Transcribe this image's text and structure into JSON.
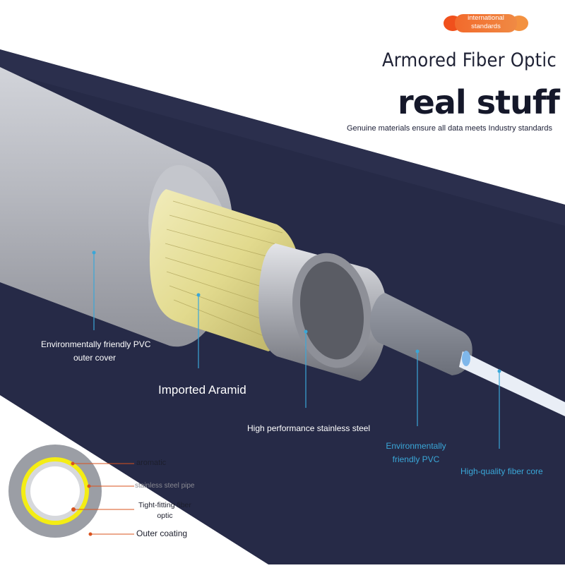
{
  "badge": {
    "line1": "international",
    "line2": "standards"
  },
  "header": {
    "title": "Armored Fiber Optic",
    "headline": "real stuff",
    "subline": "Genuine materials ensure all data meets Industry standards"
  },
  "callouts": {
    "pvc_outer": {
      "line1": "Environmentally friendly PVC",
      "line2": "outer cover"
    },
    "aramid": "Imported Aramid",
    "steel": "High performance stainless steel",
    "pvc_inner": {
      "line1": "Environmentally",
      "line2": "friendly PVC"
    },
    "fiber_core": "High-quality fiber core"
  },
  "cross_section": {
    "aromatic": "aromatic",
    "steel_pipe": "stainless steel pipe",
    "tight_fiber": {
      "line1": "Tight-fitting fiber",
      "line2": "optic"
    },
    "outer_coating": "Outer coating"
  },
  "colors": {
    "band_dark": "#262a47",
    "sheath_gray": "#b6b8bf",
    "aramid_yellow": "#e8e2a0",
    "steel": "#9a9ca3",
    "callout_blue": "#3aa7d8",
    "ring_yellow": "#f5ee18",
    "leader_red": "#d9531e"
  }
}
